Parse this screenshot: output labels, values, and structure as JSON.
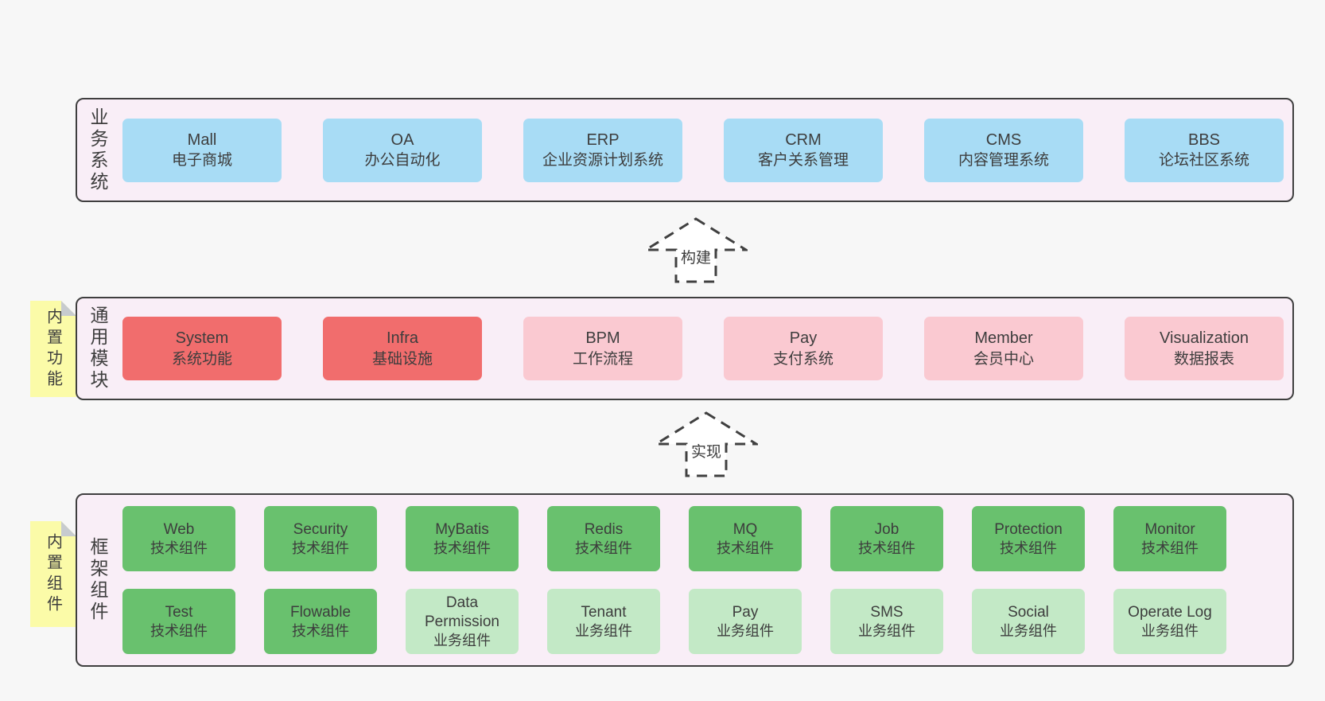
{
  "colors": {
    "page_bg": "#f7f7f7",
    "panel_bg": "#f9eef7",
    "panel_border": "#3f3f3f",
    "blue": "#a8dcf5",
    "red": "#f16d6d",
    "pink": "#fac9d1",
    "green": "#69c16e",
    "light_green": "#c3e9c6",
    "note_yellow": "#fbfba8",
    "note_fold": "#c7cbcf",
    "text": "#3d3d3d"
  },
  "arrows": [
    {
      "label": "构建"
    },
    {
      "label": "实现"
    }
  ],
  "bands": [
    {
      "label": "业务系统",
      "boxes": [
        {
          "en": "Mall",
          "zh": "电子商城",
          "variant": "blue"
        },
        {
          "en": "OA",
          "zh": "办公自动化",
          "variant": "blue"
        },
        {
          "en": "ERP",
          "zh": "企业资源计划系统",
          "variant": "blue"
        },
        {
          "en": "CRM",
          "zh": "客户关系管理",
          "variant": "blue"
        },
        {
          "en": "CMS",
          "zh": "内容管理系统",
          "variant": "blue"
        },
        {
          "en": "BBS",
          "zh": "论坛社区系统",
          "variant": "blue"
        }
      ]
    },
    {
      "label": "通用模块",
      "note": "内置功能",
      "boxes": [
        {
          "en": "System",
          "zh": "系统功能",
          "variant": "red"
        },
        {
          "en": "Infra",
          "zh": "基础设施",
          "variant": "red"
        },
        {
          "en": "BPM",
          "zh": "工作流程",
          "variant": "pink"
        },
        {
          "en": "Pay",
          "zh": "支付系统",
          "variant": "pink"
        },
        {
          "en": "Member",
          "zh": "会员中心",
          "variant": "pink"
        },
        {
          "en": "Visualization",
          "zh": "数据报表",
          "variant": "pink"
        }
      ]
    },
    {
      "label": "框架组件",
      "note": "内置组件",
      "rows": [
        [
          {
            "en": "Web",
            "zh": "技术组件",
            "variant": "green"
          },
          {
            "en": "Security",
            "zh": "技术组件",
            "variant": "green"
          },
          {
            "en": "MyBatis",
            "zh": "技术组件",
            "variant": "green"
          },
          {
            "en": "Redis",
            "zh": "技术组件",
            "variant": "green"
          },
          {
            "en": "MQ",
            "zh": "技术组件",
            "variant": "green"
          },
          {
            "en": "Job",
            "zh": "技术组件",
            "variant": "green"
          },
          {
            "en": "Protection",
            "zh": "技术组件",
            "variant": "green"
          },
          {
            "en": "Monitor",
            "zh": "技术组件",
            "variant": "green"
          }
        ],
        [
          {
            "en": "Test",
            "zh": "技术组件",
            "variant": "green"
          },
          {
            "en": "Flowable",
            "zh": "技术组件",
            "variant": "green"
          },
          {
            "en": "Data Permission",
            "zh": "业务组件",
            "variant": "light-green"
          },
          {
            "en": "Tenant",
            "zh": "业务组件",
            "variant": "light-green"
          },
          {
            "en": "Pay",
            "zh": "业务组件",
            "variant": "light-green"
          },
          {
            "en": "SMS",
            "zh": "业务组件",
            "variant": "light-green"
          },
          {
            "en": "Social",
            "zh": "业务组件",
            "variant": "light-green"
          },
          {
            "en": "Operate Log",
            "zh": "业务组件",
            "variant": "light-green"
          }
        ]
      ]
    }
  ]
}
